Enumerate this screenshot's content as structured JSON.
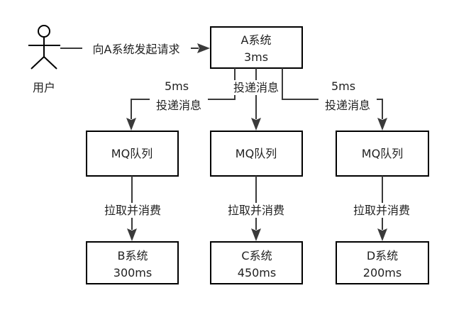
{
  "actor": {
    "label": "用户"
  },
  "request_label": "向A系统发起请求",
  "system_a": {
    "name": "A系统",
    "time": "3ms"
  },
  "deliver_label": "投递消息",
  "deliver_time": "5ms",
  "queue_label": "MQ队列",
  "consume_label": "拉取并消费",
  "consumers": [
    {
      "name": "B系统",
      "time": "300ms"
    },
    {
      "name": "C系统",
      "time": "450ms"
    },
    {
      "name": "D系统",
      "time": "200ms"
    }
  ],
  "colors": {
    "stroke": "#000000",
    "connector": "#3a3a3a",
    "text": "#222222"
  }
}
